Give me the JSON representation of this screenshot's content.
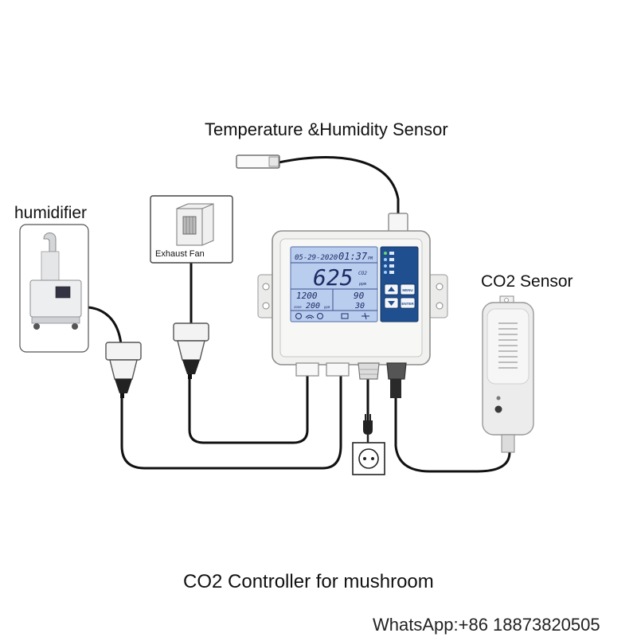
{
  "labels": {
    "temp_sensor": "Temperature &Humidity Sensor",
    "humidifier": "humidifier",
    "exhaust_fan": "Exhaust Fan",
    "co2_sensor": "CO2 Sensor",
    "caption": "CO2 Controller for mushroom",
    "whatsapp": "WhatsApp:+86 18873820505"
  },
  "display": {
    "date": "05-29-2020",
    "time": "01:37",
    "time_suffix": "PM",
    "co2_value": "625",
    "co2_label": "CO2",
    "co2_unit": "ppm",
    "left_top": "1200",
    "left_bottom": "200",
    "left_prefix": "zone",
    "left_unit": "ppm",
    "right_top": "90",
    "right_bottom": "30"
  },
  "keypad": {
    "menu_label": "MENU",
    "enter_label": "ENTER"
  },
  "colors": {
    "lcd_background": "#b9cdef",
    "keypad_panel": "#1f4f8e",
    "cable": "#111111",
    "housing": "#f1f1ef"
  }
}
